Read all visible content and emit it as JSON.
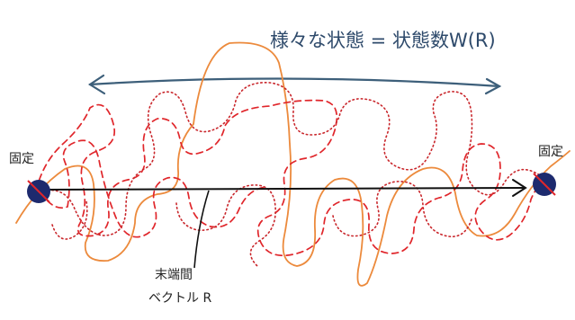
{
  "title": "様々な状態 = 状態数W(R)",
  "left_anchor_label": "固定",
  "right_anchor_label": "固定",
  "vector_label_line1": "末端間",
  "vector_label_line2": "ベクトル R",
  "colors": {
    "title": "#2e4a6b",
    "span_arrow": "#3d5f7a",
    "solid_chain": "#ec8a3c",
    "dashed_chain": "#e0262b",
    "dotted_chain": "#c9262b",
    "anchor_fill": "#1d2a6e",
    "anchor_cross": "#e0262b",
    "vector_arrow": "#111111"
  }
}
